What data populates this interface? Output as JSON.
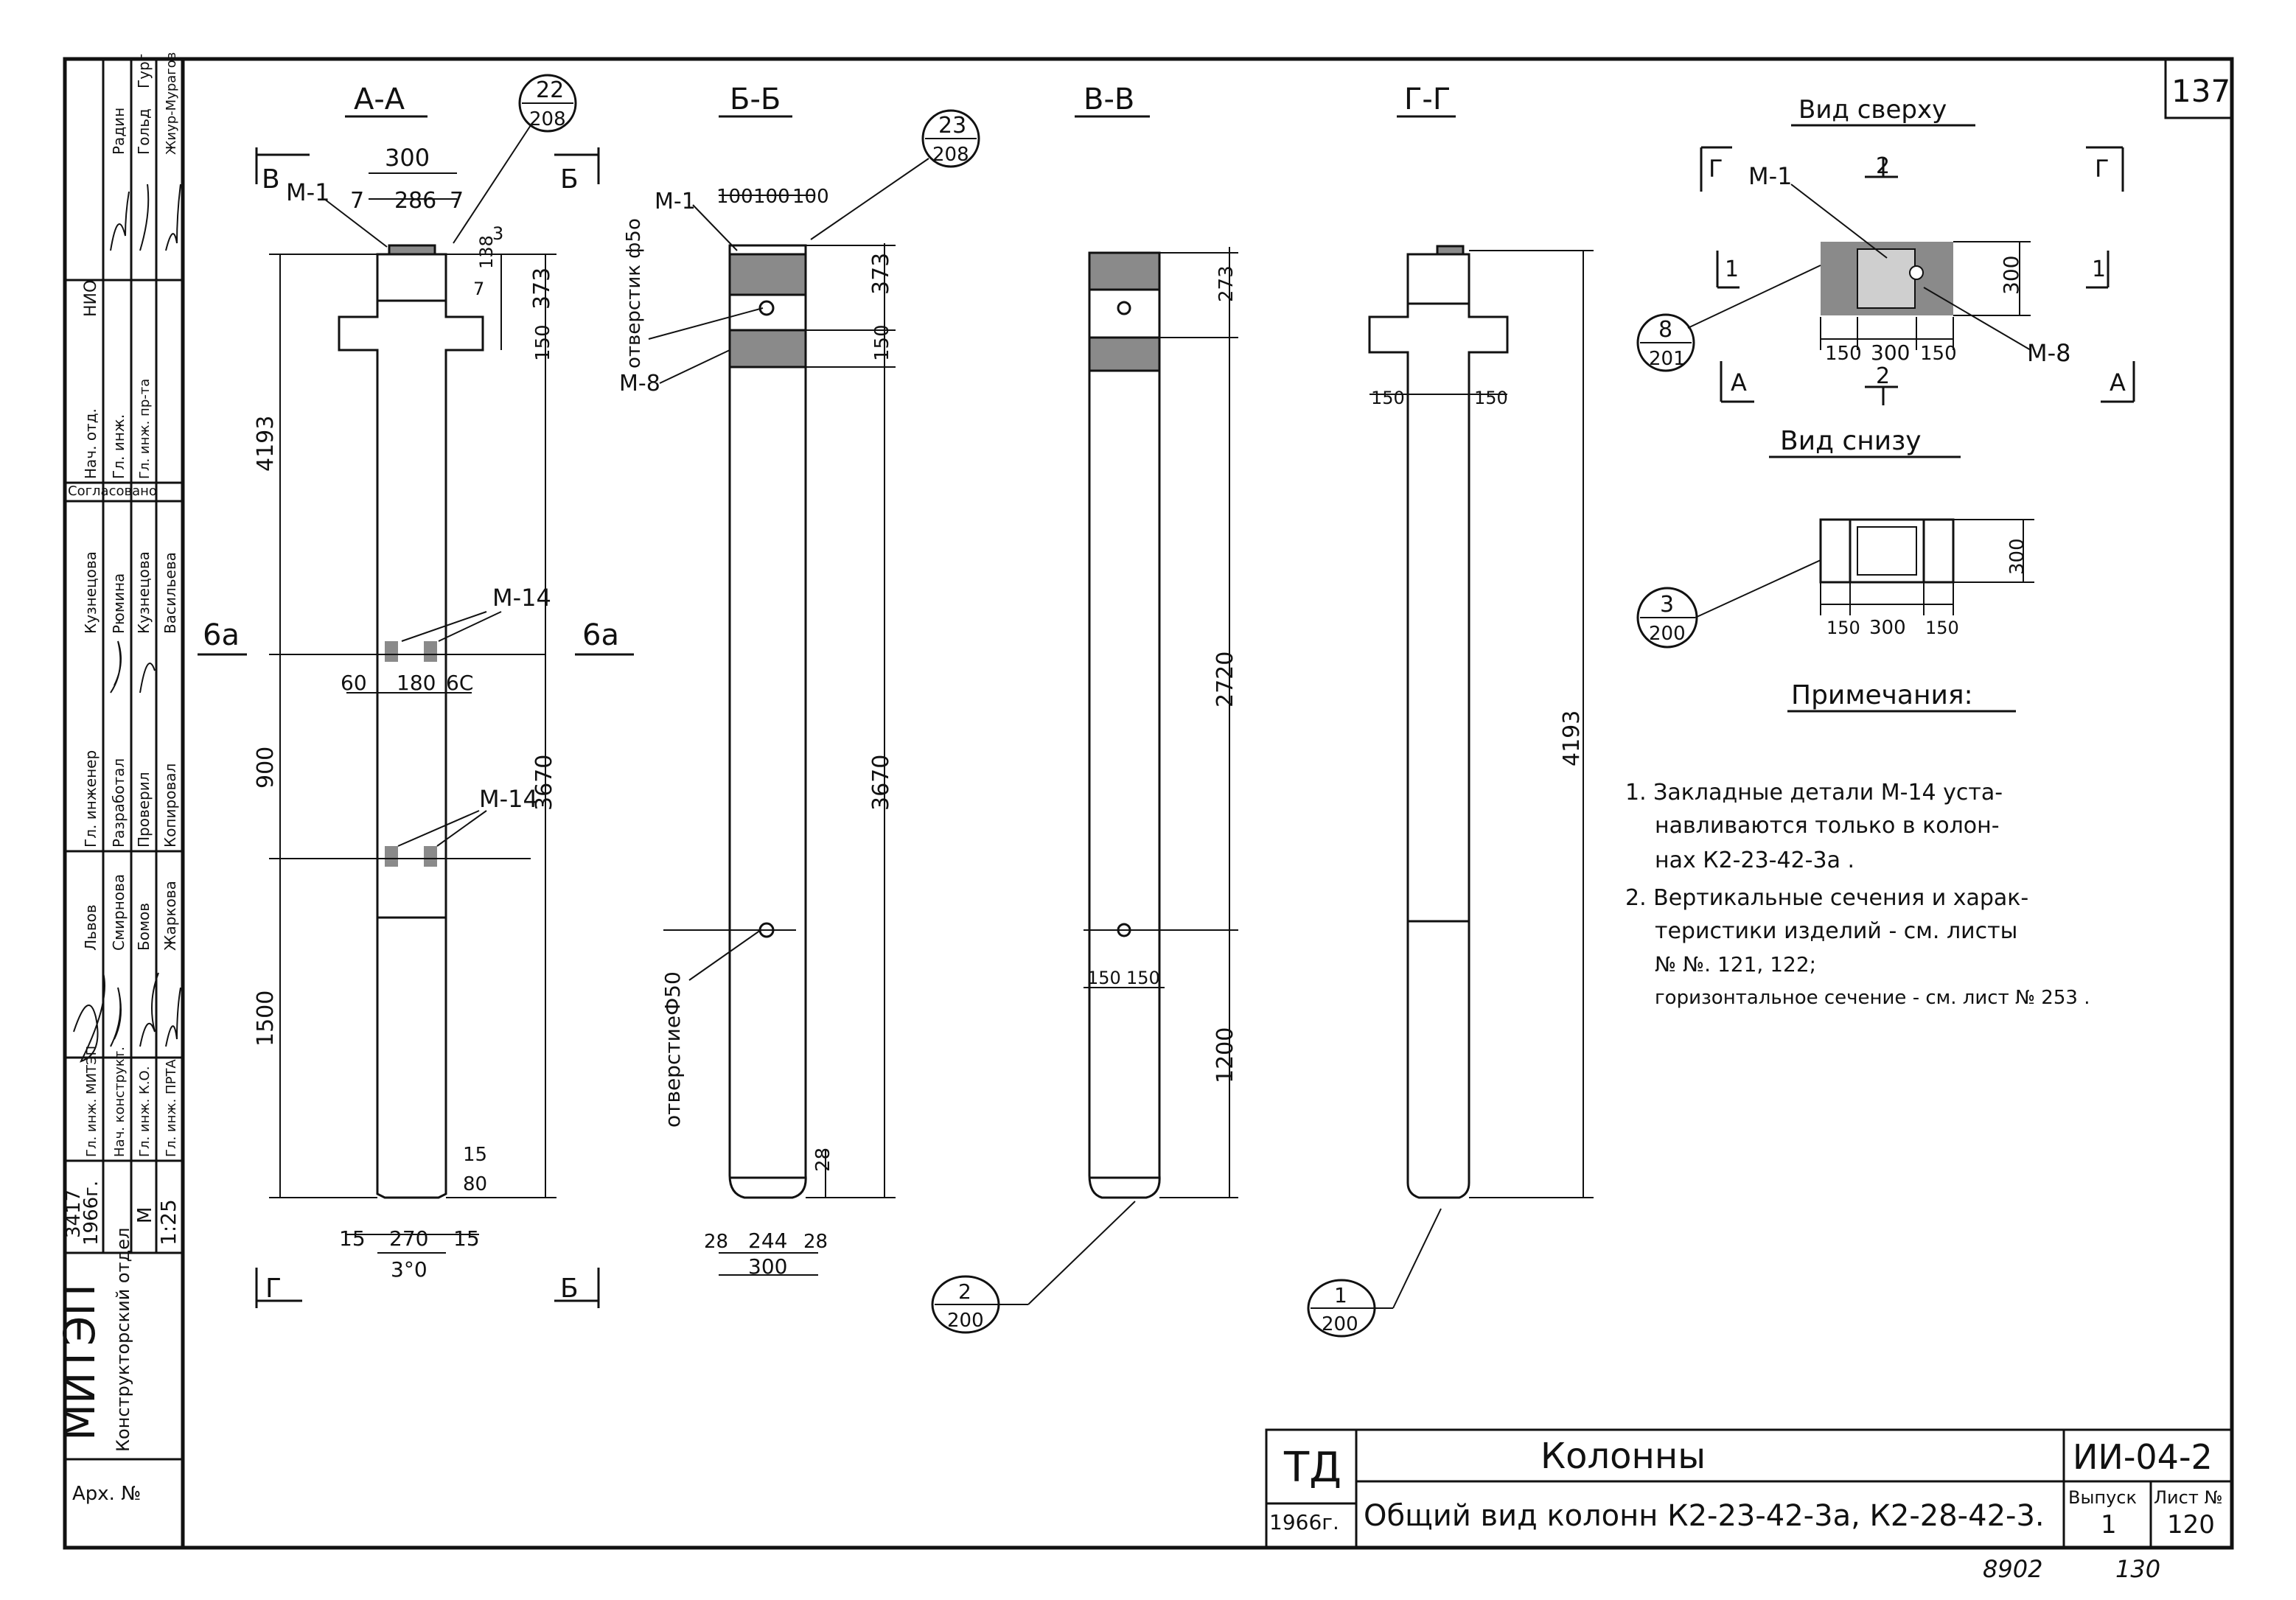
{
  "sheet_number": "137",
  "stamp_text": [
    "8902",
    "130"
  ],
  "views": {
    "a_a": "А-А",
    "b_b": "Б-Б",
    "v_v": "В-В",
    "g_g": "Г-Г",
    "top": "Вид сверху",
    "bottom": "Вид снизу"
  },
  "callouts": {
    "c22": {
      "num": "22",
      "sheet": "208"
    },
    "c23": {
      "num": "23",
      "sheet": "208"
    },
    "c8": {
      "num": "8",
      "sheet": "201"
    },
    "c3": {
      "num": "3",
      "sheet": "200"
    },
    "c2": {
      "num": "2",
      "sheet": "200"
    },
    "c1": {
      "num": "1",
      "sheet": "200"
    }
  },
  "labels": {
    "m1": "М-1",
    "m8": "М-8",
    "m14": "М-14",
    "otv_top": "отверстик ф5о",
    "otv_bottom": "отверстиеФ50",
    "sec_6a": "6а",
    "sec_B": "В",
    "sec_b": "Б",
    "sec_r": "Г",
    "sec_1": "1",
    "sec_2": "2",
    "sec_A": "А"
  },
  "dims": {
    "d300": "300",
    "d286": "286",
    "d7": "7",
    "d138": "138",
    "d3": "3",
    "d373": "373",
    "d150": "150",
    "d4193": "4193",
    "d900": "900",
    "d1500": "1500",
    "d3670": "3670",
    "d60": "60",
    "d180": "180",
    "d6c": "6С",
    "d15": "15",
    "d80": "80",
    "d270": "270",
    "d3c0": "3°0",
    "d100": "100",
    "d28": "28",
    "d244": "244",
    "d273": "273",
    "d2720": "2720",
    "d1200": "1200"
  },
  "notes": {
    "heading": "Примечания:",
    "n1": "1. Закладные детали М-14 уста-",
    "n1b": "навливаются только в колон-",
    "n1c": "нах К2-23-42-3а .",
    "n2": "2. Вертикальные сечения и харак-",
    "n2b": "теристики изделий - см. листы",
    "n2c": "№ №. 121, 122;",
    "n2d": "горизонтальное сечение - см. лист № 253 ."
  },
  "side_stamp": {
    "org": "МИТЭП",
    "dept": "Конструкторский отдел",
    "arch": "Арх. №",
    "year": "1966г.",
    "no": "3417",
    "scale_label": "М",
    "scale": "1:25",
    "roles": [
      "Гл. инж. МИТЭП",
      "Нач. конструкт.",
      "Гл. инж. К.О.",
      "Гл. инж. ПРТА",
      "Гл. инженер",
      "Разработал",
      "Проверил",
      "Копировал",
      "Нач. отд.",
      "Гл. инж.",
      "Гл. инж. пр-та",
      "НИО",
      "Согласовано"
    ],
    "names": [
      "Львов",
      "Смирнова",
      "Бомов",
      "Жаркова",
      "Кузнецова",
      "Рюмина",
      "Кузнецова",
      "Васильева",
      "Радин",
      "Гольд",
      "Гург",
      "Жиур-Мурагов"
    ]
  },
  "title_block": {
    "td": "ТД",
    "year": "1966г.",
    "title": "Колонны",
    "subtitle": "Общий вид колонн К2-23-42-3а, К2-28-42-3.",
    "series": "ИИ-04-2",
    "vypusk_label": "Выпуск",
    "vypusk": "1",
    "list_label": "Лист №",
    "list": "120"
  }
}
